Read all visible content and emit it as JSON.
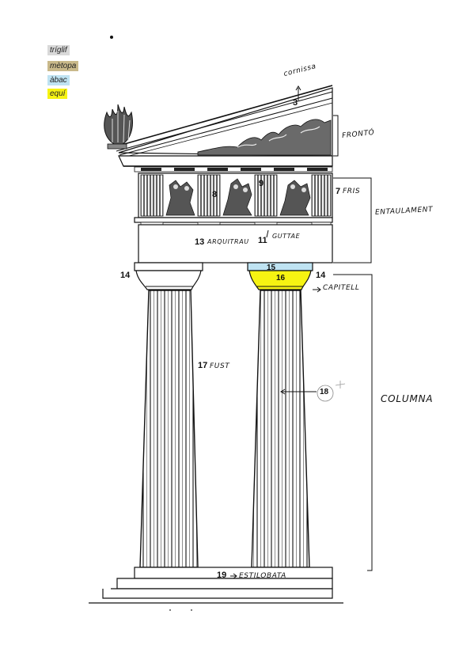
{
  "legend": [
    {
      "text": "tríglif",
      "color": "#d9d9d9"
    },
    {
      "text": "mètopa",
      "color": "#c9b98a"
    },
    {
      "text": "àbac",
      "color": "#bfe3f2"
    },
    {
      "text": "equí",
      "color": "#f6f312"
    }
  ],
  "labels": {
    "cornissa_num": "3",
    "cornissa": "cornissa",
    "fronto": "FRONTÓ",
    "fris_num": "7",
    "fris": "FRIS",
    "metopa_num": "8",
    "metopa_num2": "9",
    "entaulament": "ENTAULAMENT",
    "arquitrau_num": "13",
    "arquitrau": "ARQUITRAU",
    "guttae_num": "11",
    "guttae": "GUTTAE",
    "abac_num": "15",
    "equi_num": "16",
    "capitell_num_left": "14",
    "capitell_num_right": "14",
    "capitell": "CAPITELL",
    "fust_num": "17",
    "fust": "FUST",
    "estria_num": "18",
    "columna": "COLUMNA",
    "estilobata_num": "19",
    "estilobata": "ESTILOBATA"
  },
  "highlight_colors": {
    "abac": "#bfe3f2",
    "equi": "#f6f312"
  }
}
